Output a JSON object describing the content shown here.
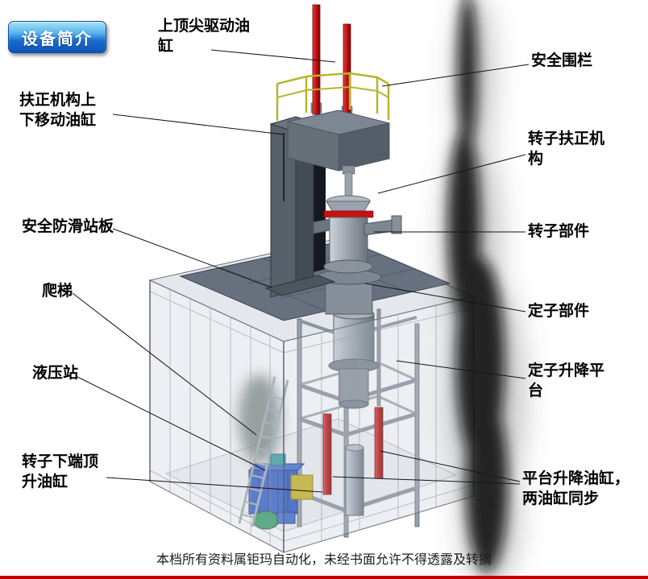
{
  "page": {
    "badge_label": "设备简介",
    "watermark": "本档所有资料属钜玛自动化，未经书面允许不得透露及转摘"
  },
  "callouts": [
    {
      "id": "top-center-drive-cylinder",
      "text": "上顶尖驱动油缸"
    },
    {
      "id": "safety-fence",
      "text": "安全围栏"
    },
    {
      "id": "centering-mechanism-updown-cylinder",
      "text": "扶正机构上下移动油缸"
    },
    {
      "id": "rotor-centering-mechanism",
      "text": "转子扶正机构"
    },
    {
      "id": "anti-slip-standing-board",
      "text": "安全防滑站板"
    },
    {
      "id": "rotor-component",
      "text": "转子部件"
    },
    {
      "id": "ladder",
      "text": "爬梯"
    },
    {
      "id": "stator-component",
      "text": "定子部件"
    },
    {
      "id": "hydraulic-station",
      "text": "液压站"
    },
    {
      "id": "stator-lift-platform",
      "text": "定子升降平台"
    },
    {
      "id": "rotor-bottom-jack-cylinder",
      "text": "转子下端顶升油缸"
    },
    {
      "id": "platform-lift-cylinders",
      "text": "平台升降油缸，两油缸同步"
    }
  ],
  "colors": {
    "cylinder_red": "#c41212",
    "railing_yellow": "#b6b62c",
    "hydraulic_blue": "#2a57c4",
    "structure_gray": "#7d8791",
    "deck_gray": "#66707e",
    "badge_blue": "#1a6ccd",
    "bottom_bar_red": "#bf0000"
  }
}
